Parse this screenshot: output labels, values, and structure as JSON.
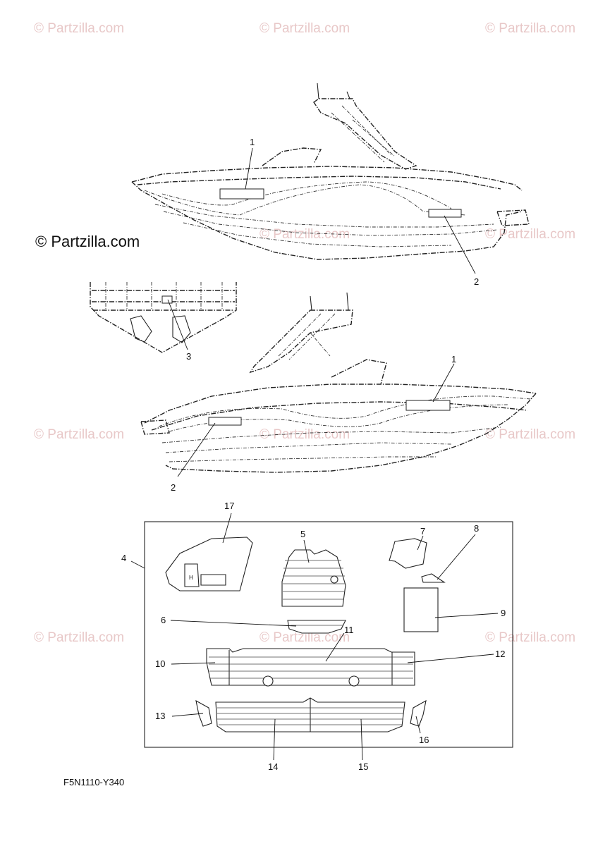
{
  "watermark": {
    "text": "© Partzilla.com",
    "main_text": "© Partzilla.com"
  },
  "callouts": {
    "c1_top": "1",
    "c2_top": "2",
    "c3": "3",
    "c1_bottom": "1",
    "c2_bottom": "2",
    "c4": "4",
    "c5": "5",
    "c6": "6",
    "c7": "7",
    "c8": "8",
    "c9": "9",
    "c10": "10",
    "c11": "11",
    "c12": "12",
    "c13": "13",
    "c14": "14",
    "c15": "15",
    "c16": "16",
    "c17": "17"
  },
  "diagram_code": "F5N1110-Y340"
}
